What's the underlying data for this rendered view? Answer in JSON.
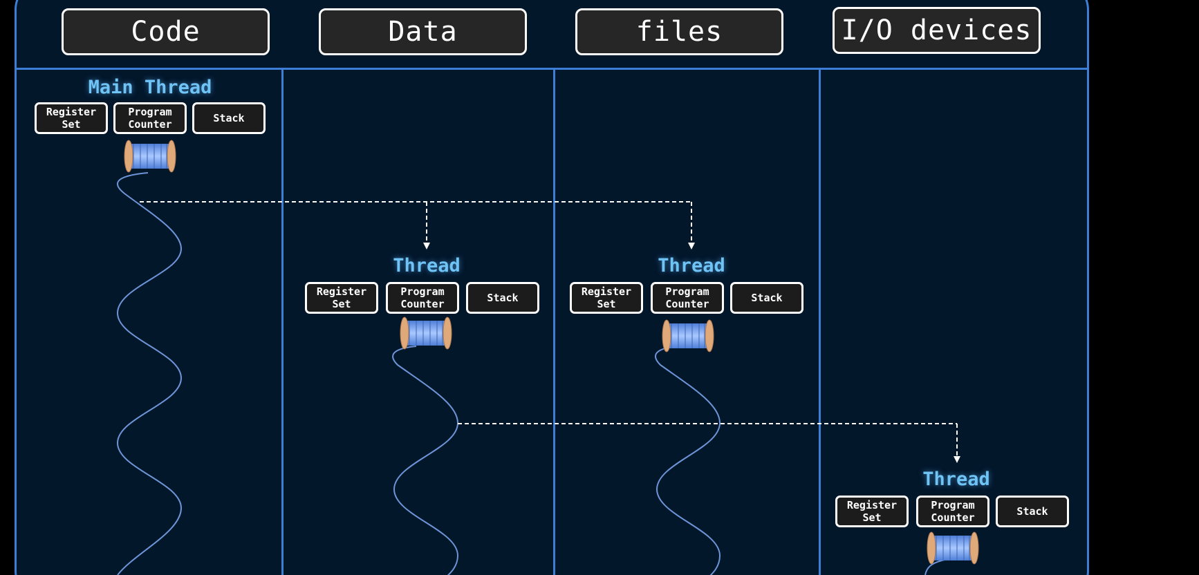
{
  "resources": [
    "Code",
    "Data",
    "files",
    "I/O devices"
  ],
  "threads": [
    {
      "title": "Main Thread",
      "cells": [
        "Register\nSet",
        "Program\nCounter",
        "Stack"
      ]
    },
    {
      "title": "Thread",
      "cells": [
        "Register\nSet",
        "Program\nCounter",
        "Stack"
      ]
    },
    {
      "title": "Thread",
      "cells": [
        "Register\nSet",
        "Program\nCounter",
        "Stack"
      ]
    },
    {
      "title": "Thread",
      "cells": [
        "Register\nSet",
        "Program\nCounter",
        "Stack"
      ]
    }
  ],
  "colors": {
    "background": "#03172b",
    "frame": "#3d7fd6",
    "title": "#6fc3f5",
    "thread_line": "#6d95d8",
    "spool_thread": "#7aa6f0",
    "spool_end": "#e0a97a"
  },
  "icons": [
    "spool-icon"
  ]
}
